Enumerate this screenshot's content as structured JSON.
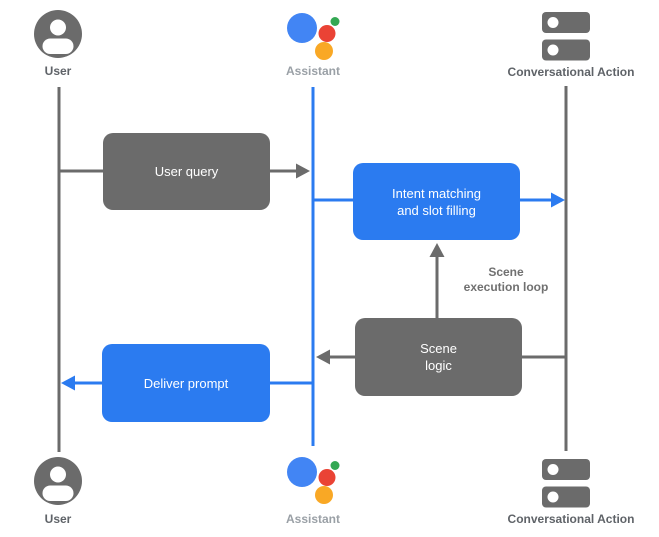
{
  "diagram": {
    "actors": {
      "user": {
        "label": "User",
        "icon": "user-avatar-icon"
      },
      "assistant": {
        "label": "Assistant",
        "icon": "google-assistant-logo"
      },
      "conversational_action": {
        "label": "Conversational Action",
        "icon": "server-stack-icon"
      }
    },
    "nodes": {
      "user_query": {
        "label": "User query"
      },
      "intent_matching": {
        "label": "Intent matching\nand slot filling"
      },
      "scene_logic": {
        "label": "Scene\nlogic"
      },
      "deliver_prompt": {
        "label": "Deliver prompt"
      }
    },
    "annotations": {
      "scene_execution_loop": {
        "label": "Scene\nexecution loop"
      }
    },
    "colors": {
      "box_gray": "#6b6b6b",
      "box_blue": "#2b7bf0",
      "line_gray": "#6b6b6b",
      "line_blue": "#2b7bf0",
      "box_text": "#ffffff",
      "label_dark": "#5f6368",
      "label_light": "#9aa0a6",
      "annotation_gray": "#707070",
      "icon_gray": "#6b6b6b",
      "logo_blue": "#4285f4",
      "logo_red": "#ea4335",
      "logo_yellow": "#f9a825",
      "logo_green": "#34a853"
    }
  }
}
